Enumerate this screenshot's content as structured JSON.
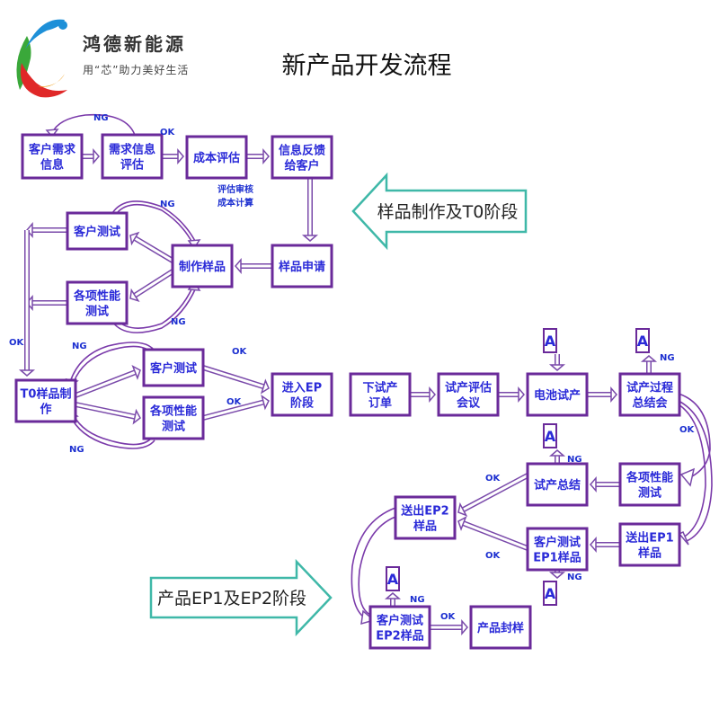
{
  "header": {
    "brand_name": "鸿德新能源",
    "slogan": "用“芯”助力美好生活",
    "title": "新产品开发流程"
  },
  "banners": {
    "stage1": "样品制作及T0阶段",
    "stage2": "产品EP1及EP2阶段"
  },
  "colors": {
    "box_border": "#6a2a9a",
    "box_text": "#2a2ad8",
    "label_text": "#1c2fd0",
    "banner_border": "#3fb8a8"
  },
  "nodes": {
    "customer_req": [
      "客户需求",
      "信息"
    ],
    "req_eval": [
      "需求信息",
      "评估"
    ],
    "cost_eval": [
      "成本评估"
    ],
    "feedback": [
      "信息反馈",
      "给客户"
    ],
    "sample_apply": [
      "样品申请"
    ],
    "make_sample": [
      "制作样品"
    ],
    "cust_test_1": [
      "客户测试"
    ],
    "perf_test_1": [
      "各项性能",
      "测试"
    ],
    "t0_sample": [
      "T0样品制",
      "作"
    ],
    "cust_test_2": [
      "客户测试"
    ],
    "perf_test_2": [
      "各项性能",
      "测试"
    ],
    "enter_ep": [
      "进入EP",
      "阶段"
    ],
    "trial_order": [
      "下试产",
      "订单"
    ],
    "trial_meeting": [
      "试产评估",
      "会议"
    ],
    "battery_trial": [
      "电池试产"
    ],
    "trial_summary_meeting": [
      "试产过程",
      "总结会"
    ],
    "perf_test_3": [
      "各项性能",
      "测试"
    ],
    "trial_summary": [
      "试产总结"
    ],
    "send_ep2": [
      "送出EP2",
      "样品"
    ],
    "send_ep1": [
      "送出EP1",
      "样品"
    ],
    "cust_test_ep1": [
      "客户测试",
      "EP1样品"
    ],
    "cust_test_ep2": [
      "客户测试",
      "EP2样品"
    ],
    "product_seal": [
      "产品封样"
    ]
  },
  "connector_label": "A",
  "labels": {
    "ng": "NG",
    "ok": "OK",
    "cost_note": [
      "评估审核",
      "成本计算"
    ]
  }
}
